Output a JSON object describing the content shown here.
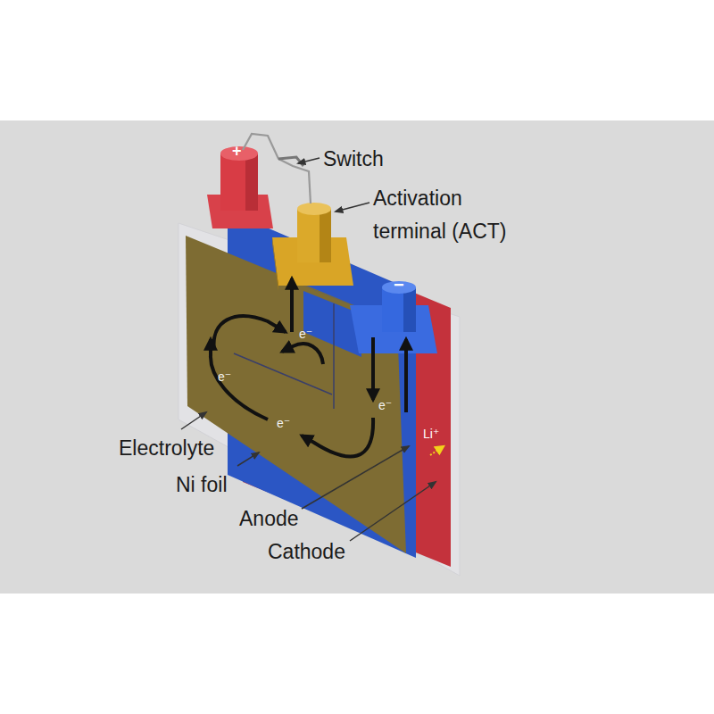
{
  "diagram": {
    "labels": [
      "Switch",
      "Activation terminal (ACT)",
      "Electrolyte",
      "Ni foil",
      "Anode",
      "Cathode",
      "e⁻",
      "e⁻",
      "e⁻",
      "e⁻",
      "Li⁺",
      "+",
      "−"
    ]
  }
}
